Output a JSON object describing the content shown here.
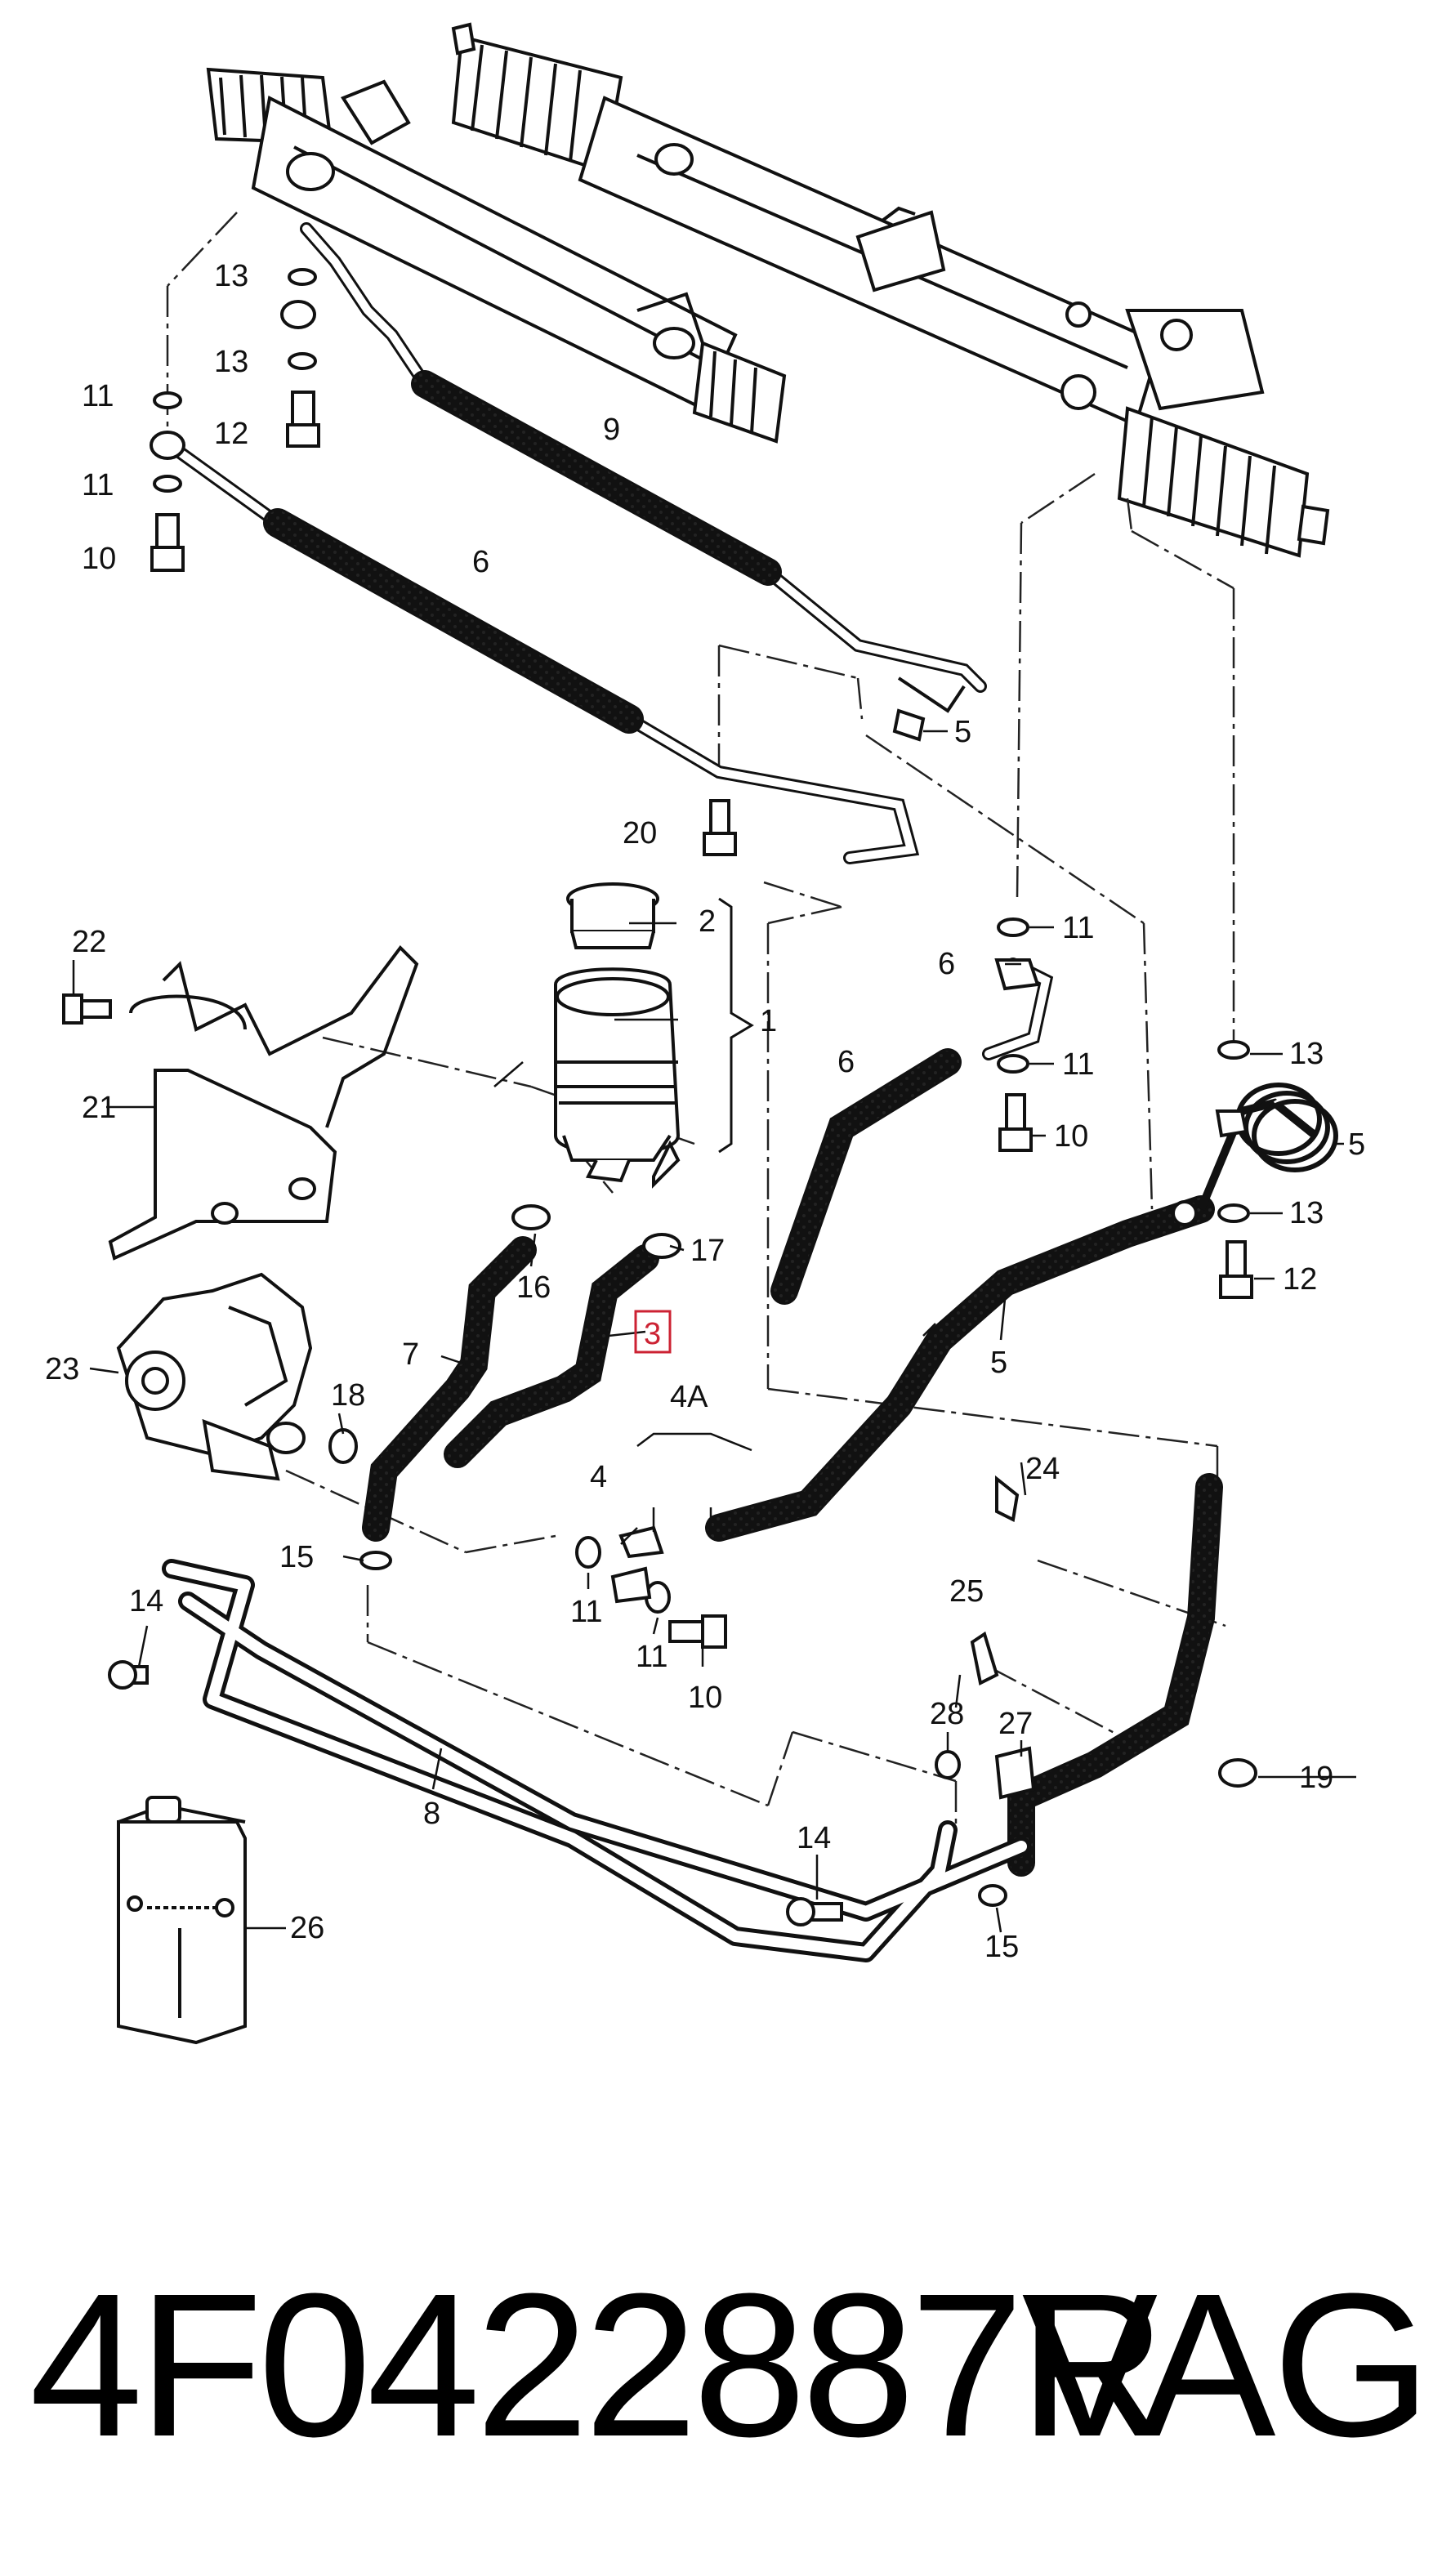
{
  "callouts": {
    "c1": "1",
    "c2": "2",
    "c3": "3",
    "c4": "4",
    "c4a": "4A",
    "c5a": "5",
    "c5b": "5",
    "c5c": "5",
    "c6a": "6",
    "c6b": "6",
    "c6c": "6",
    "c7": "7",
    "c8": "8",
    "c9": "9",
    "c10a": "10",
    "c10b": "10",
    "c10c": "10",
    "c11a": "11",
    "c11b": "11",
    "c11c": "11",
    "c11d": "11",
    "c11e": "11",
    "c11f": "11",
    "c12a": "12",
    "c12b": "12",
    "c13a": "13",
    "c13b": "13",
    "c13c": "13",
    "c13d": "13",
    "c14a": "14",
    "c14b": "14",
    "c15a": "15",
    "c15b": "15",
    "c16": "16",
    "c17": "17",
    "c18": "18",
    "c19": "19",
    "c20": "20",
    "c21": "21",
    "c22": "22",
    "c23": "23",
    "c24": "24",
    "c25": "25",
    "c26": "26",
    "c27": "27",
    "c28": "28"
  },
  "highlight_color": "#cc2233",
  "part_number": "4F0422887R",
  "brand": "VAG"
}
